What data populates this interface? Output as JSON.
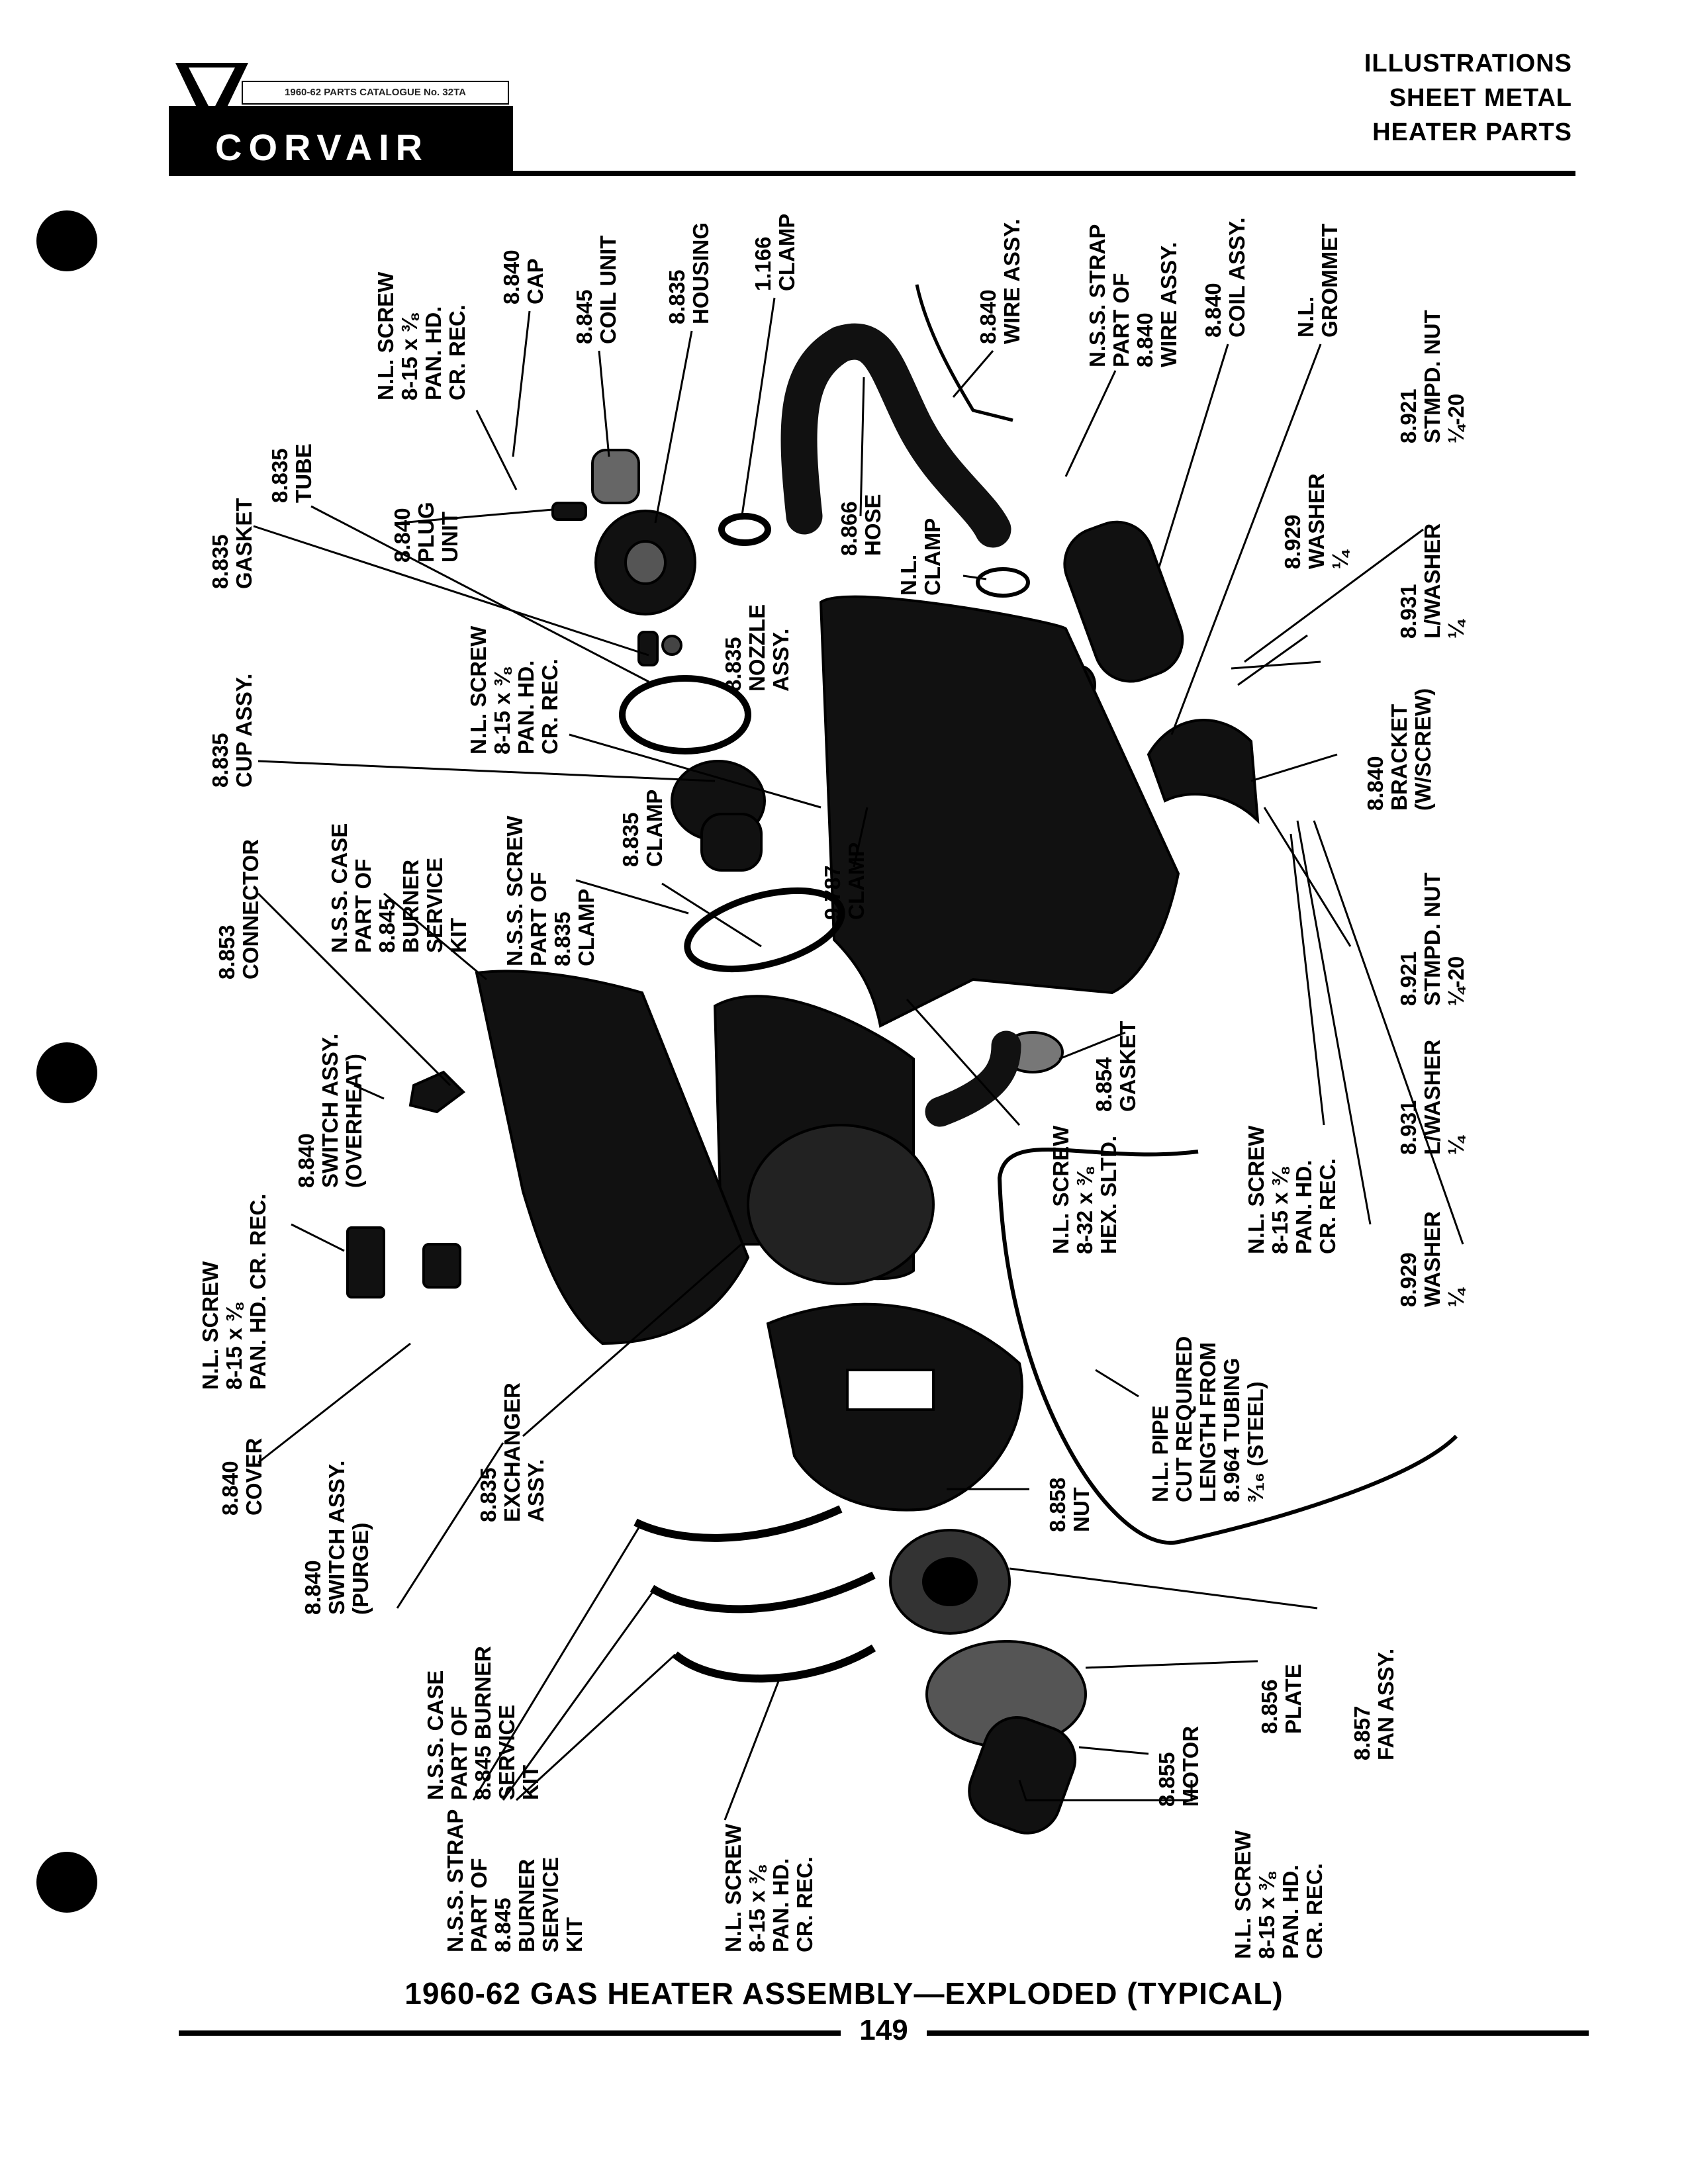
{
  "header": {
    "brand": "CORVAIR",
    "catalog_strip": "1960-62 PARTS CATALOGUE No. 32TA",
    "title_lines": [
      "ILLUSTRATIONS",
      "SHEET METAL",
      "HEATER PARTS"
    ]
  },
  "labels": {
    "l01": "8.835\nGASKET",
    "l02": "8.835\nTUBE",
    "l03": "8.840\nPLUG\nUNIT",
    "l04": "N.L. SCREW\n8-15 x ⅜\nPAN. HD.\nCR. REC.",
    "l05": "8.840\nCAP",
    "l06": "8.845\nCOIL UNIT",
    "l07": "8.835\nHOUSING",
    "l08": "1.166\nCLAMP",
    "l09": "8.866\nHOSE",
    "l10": "N.L.\nCLAMP",
    "l11": "8.835\nNOZZLE\nASSY.",
    "l12": "8.840\nWIRE ASSY.",
    "l13": "N.S.S. STRAP\nPART OF\n8.840\nWIRE ASSY.",
    "l14": "8.840\nCOIL ASSY.",
    "l15": "N.L.\nGROMMET",
    "l16": "8.921\nSTMPD. NUT\n¼-20",
    "l17": "8.929\nWASHER\n¼",
    "l18": "8.931\nL/WASHER\n¼",
    "l19": "8.840\nBRACKET\n(W/SCREW)",
    "l20": "8.835\nCUP ASSY.",
    "l21": "N.L. SCREW\n8-15 x ⅜\nPAN. HD.\nCR. REC.",
    "l22": "8.853\nCONNECTOR",
    "l23": "N.S.S. CASE\nPART OF\n8.845\nBURNER\nSERVICE\nKIT",
    "l24": "N.S.S. SCREW\nPART OF\n8.835\nCLAMP",
    "l25": "8.835\nCLAMP",
    "l26": "9.787\nCLAMP",
    "l27": "8.921\nSTMPD. NUT\n¼-20",
    "l28": "8.854\nGASKET",
    "l29": "8.840\nSWITCH ASSY.\n(OVERHEAT)",
    "l30": "N.L. SCREW\n8-15 x ⅜\nPAN. HD. CR. REC.",
    "l31": "8.840\nCOVER",
    "l32": "8.840\nSWITCH ASSY.\n(PURGE)",
    "l33": "8.835\nEXCHANGER\nASSY.",
    "l34": "N.L. SCREW\n8-32 x ⅜\nHEX. SLTD.",
    "l35": "N.L. SCREW\n8-15 x ⅜\nPAN. HD.\nCR. REC.",
    "l36": "8.931\nL/WASHER\n¼",
    "l37": "8.929\nWASHER\n¼",
    "l38": "N.L. PIPE\nCUT REQUIRED\nLENGTH FROM\n8.964 TUBING\n³⁄₁₆ (STEEL)",
    "l39": "8.858\nNUT",
    "l40": "N.S.S. CASE\nPART OF\n8.845 BURNER\nSERVICE\nKIT",
    "l41": "8.856\nPLATE",
    "l42": "8.857\nFAN ASSY.",
    "l43": "8.855\nMOTOR",
    "l44": "N.S.S. STRAP\nPART OF\n8.845\nBURNER\nSERVICE\nKIT",
    "l45": "N.L. SCREW\n8-15 x ⅜\nPAN. HD.\nCR. REC.",
    "l46": "N.L. SCREW\n8-15 x ⅜\nPAN. HD.\nCR. REC."
  },
  "caption": "1960-62 GAS HEATER ASSEMBLY—EXPLODED (TYPICAL)",
  "page_number": "149"
}
